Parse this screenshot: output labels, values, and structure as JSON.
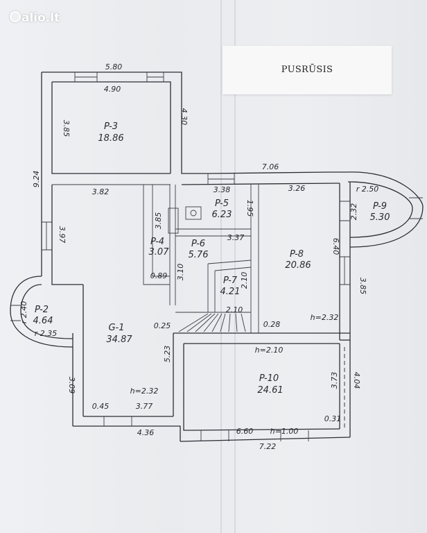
{
  "watermark": "alio.lt",
  "plan_title": "PUSRŪSIS",
  "rooms": [
    {
      "id": "p3",
      "name": "P-3",
      "area": "18.86"
    },
    {
      "id": "p5",
      "name": "P-5",
      "area": "6.23"
    },
    {
      "id": "p4",
      "name": "P-4",
      "area": "3.07"
    },
    {
      "id": "p6",
      "name": "P-6",
      "area": "5.76"
    },
    {
      "id": "p7",
      "name": "P-7",
      "area": "4.21"
    },
    {
      "id": "p8",
      "name": "P-8",
      "area": "20.86"
    },
    {
      "id": "p9",
      "name": "P-9",
      "area": "5.30"
    },
    {
      "id": "p2",
      "name": "P-2",
      "area": "4.64"
    },
    {
      "id": "g1",
      "name": "G-1",
      "area": "34.87"
    },
    {
      "id": "p10",
      "name": "P-10",
      "area": "24.61"
    }
  ],
  "dimensions": [
    {
      "id": "d580",
      "text": "5.80"
    },
    {
      "id": "d490",
      "text": "4.90"
    },
    {
      "id": "d385a",
      "text": "3.85"
    },
    {
      "id": "d430",
      "text": "4.30"
    },
    {
      "id": "d924",
      "text": "9.24"
    },
    {
      "id": "d706",
      "text": "7.06"
    },
    {
      "id": "d382",
      "text": "3.82"
    },
    {
      "id": "d338",
      "text": "3.38"
    },
    {
      "id": "d326",
      "text": "3.26"
    },
    {
      "id": "dr250",
      "text": "r 2.50"
    },
    {
      "id": "d232a",
      "text": "2.32"
    },
    {
      "id": "d385b",
      "text": "3.85"
    },
    {
      "id": "d195",
      "text": "1.95"
    },
    {
      "id": "d397",
      "text": "3.97"
    },
    {
      "id": "d337",
      "text": "3.37"
    },
    {
      "id": "d640",
      "text": "6.40"
    },
    {
      "id": "d310",
      "text": "3.10"
    },
    {
      "id": "d089",
      "text": "0.89"
    },
    {
      "id": "d210a",
      "text": "2.10"
    },
    {
      "id": "d385c",
      "text": "3.85"
    },
    {
      "id": "dr240",
      "text": "r 2.40"
    },
    {
      "id": "d210b",
      "text": "2.10"
    },
    {
      "id": "d025",
      "text": "0.25"
    },
    {
      "id": "d028",
      "text": "0.28"
    },
    {
      "id": "dh232a",
      "text": "h=2.32"
    },
    {
      "id": "dr235",
      "text": "r 2.35"
    },
    {
      "id": "dh210",
      "text": "h=2.10"
    },
    {
      "id": "d523",
      "text": "5.23"
    },
    {
      "id": "d309",
      "text": "3.09"
    },
    {
      "id": "d373",
      "text": "3.73"
    },
    {
      "id": "d404",
      "text": "4.04"
    },
    {
      "id": "dh232b",
      "text": "h=2.32"
    },
    {
      "id": "d045",
      "text": "0.45"
    },
    {
      "id": "d377",
      "text": "3.77"
    },
    {
      "id": "d031",
      "text": "0.31"
    },
    {
      "id": "d436",
      "text": "4.36"
    },
    {
      "id": "d660",
      "text": "6.60"
    },
    {
      "id": "dh100",
      "text": "h=1.00"
    },
    {
      "id": "d722",
      "text": "7.22"
    }
  ]
}
